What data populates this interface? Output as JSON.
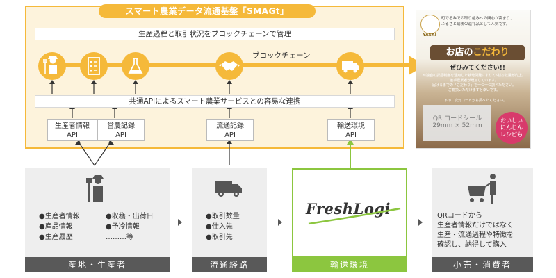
{
  "platform": {
    "title": "スマート農業データ流通基盤「SMAGt」",
    "bar_top": "生産過程と取引状況をブロックチェーンで管理",
    "bar_bottom": "共通APIによるスマート農業サービスとの容易な連携",
    "blockchain_label": "ブロックチェーン"
  },
  "apis": [
    {
      "line1": "生産者情報",
      "line2": "API"
    },
    {
      "line1": "営農記録",
      "line2": "API"
    },
    {
      "line1": "流通記録",
      "line2": "API"
    },
    {
      "line1": "輸送環境",
      "line2": "API"
    }
  ],
  "panels": [
    {
      "label": "産地・生産者",
      "items_col1": [
        "●生産者情報",
        "●産品情報",
        "●生産履歴"
      ],
      "items_col2": [
        "●収穫・出荷日",
        "●予冷情報",
        "………等"
      ]
    },
    {
      "label": "流通経路",
      "items": [
        "●取引数量",
        "●仕入先",
        "●取引先"
      ]
    },
    {
      "label": "輸送環境",
      "logo_text": "FreshLogi"
    },
    {
      "label": "小売・消費者",
      "text_lines": [
        "QRコードから",
        "生産者情報だけではなく",
        "生産・流通過程や特徴を",
        "確認し、納得して購入"
      ]
    }
  ],
  "poster": {
    "brand": "YASAI",
    "header_line1": "町でるみでの取り組みへの関心が高まり、",
    "header_line2": "ふるさと納税の返礼品として人気です。",
    "title_pre": "お店の",
    "title_highlight": "こだわり",
    "subtitle": "ぜひみてください!!",
    "body_line1": "町独自の認証制度を活用した栽培開発により2,5割お収量が向上。",
    "body_line2": "若手農業者が増加しています。",
    "body_line3": "届けるまでの「こだわり」を一つ一つ調べたださい。",
    "body_line4": "ご覧頂いただけますと幸いです。",
    "qr_caption": "下の二次元コードから調べたください。",
    "qr_line1": "QR コードシール",
    "qr_line2": "29mm × 52mm",
    "badge_line1": "おいしい",
    "badge_line2": "にんじん",
    "badge_line3": "レシピも"
  },
  "colors": {
    "accent": "#f5b93a",
    "green": "#8cc63f",
    "dark": "#595959",
    "panel": "#eeeeee"
  }
}
